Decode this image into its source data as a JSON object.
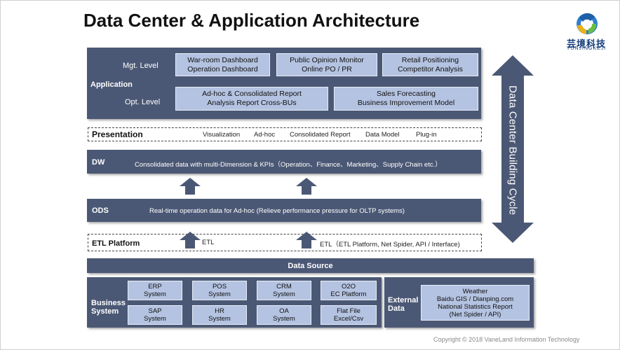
{
  "title": "Data Center & Application Architecture",
  "logo": {
    "cn": "芸境科技",
    "en": "YUNJINGKEJI"
  },
  "application": {
    "label": "Application",
    "mgt_label": "Mgt. Level",
    "opt_label": "Opt. Level",
    "mgt_boxes": [
      {
        "line1": "War-room Dashboard",
        "line2": "Operation Dashboard"
      },
      {
        "line1": "Public Opinion Monitor",
        "line2": "Online PO / PR"
      },
      {
        "line1": "Retail Positioning",
        "line2": "Competitor Analysis"
      }
    ],
    "opt_boxes": [
      {
        "line1": "Ad-hoc & Consolidated Report",
        "line2": "Analysis Report Cross-BUs"
      },
      {
        "line1": "Sales Forecasting",
        "line2": "Business Improvement Model"
      }
    ]
  },
  "presentation": {
    "label": "Presentation",
    "items": [
      "Visualization",
      "Ad-hoc",
      "Consolidated Report",
      "Data Model",
      "Plug-in"
    ]
  },
  "dw": {
    "label": "DW",
    "text": "Consolidated data with multi-Dimension & KPIs（Operation、Finance、Marketing、Supply Chain etc.）"
  },
  "ods": {
    "label": "ODS",
    "text": "Real-time operation data for Ad-hoc (Relieve performance pressure for OLTP systems)"
  },
  "etl": {
    "label": "ETL Platform",
    "left_text": "ETL",
    "right_text": "ETL（ETL Platform, Net Spider, API / Interface)"
  },
  "data_source": {
    "label": "Data Source"
  },
  "business_system": {
    "label_line1": "Business",
    "label_line2": "System",
    "boxes": [
      {
        "line1": "ERP",
        "line2": "System"
      },
      {
        "line1": "POS",
        "line2": "System"
      },
      {
        "line1": "CRM",
        "line2": "System"
      },
      {
        "line1": "O2O",
        "line2": "EC Platform"
      },
      {
        "line1": "SAP",
        "line2": "System"
      },
      {
        "line1": "HR",
        "line2": "System"
      },
      {
        "line1": "OA",
        "line2": "System"
      },
      {
        "line1": "Flat File",
        "line2": "Excel/Csv"
      }
    ]
  },
  "external_data": {
    "label_line1": "External",
    "label_line2": "Data",
    "lines": [
      "Weather",
      "Baidu GIS / Dianping.com",
      "National Statistics Report",
      "(Net Spider / API)"
    ]
  },
  "cycle_label": "Data Center Building Cycle",
  "copyright": "Copyright © 2018 VaneLand Information Technology",
  "colors": {
    "panel": "#4b5875",
    "light_box": "#b4c3e1",
    "arrow": "#4b5875"
  }
}
